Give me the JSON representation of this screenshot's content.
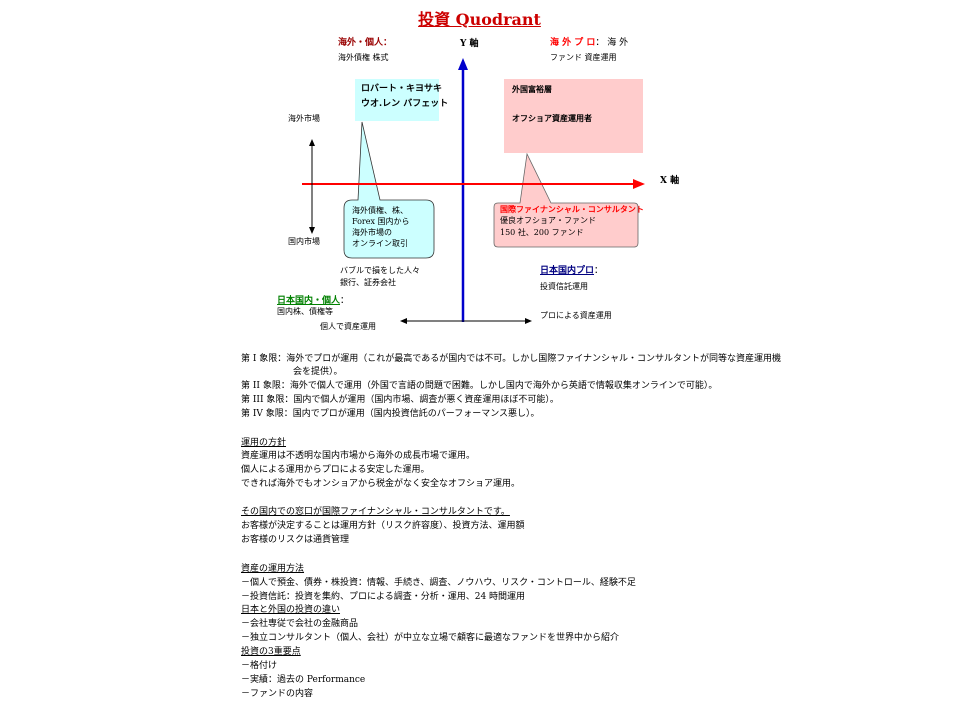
{
  "title": "投資 Quodrant",
  "axes": {
    "y_label": "Y 軸",
    "x_label": "X 軸"
  },
  "q_top_left": {
    "heading": "海外・個人：",
    "sub": "海外債権 株式"
  },
  "q_top_right": {
    "heading": "海 外 プ ロ",
    "heading_suffix": "： 海 外",
    "sub": "ファンド 資産運用"
  },
  "box_cyan": {
    "line1": "ロバート・キヨサキ",
    "line2": "ウオ.レン バフェット"
  },
  "box_pink": {
    "line1": "外国富裕層",
    "line2": "オフショア資産運用者"
  },
  "left_labels": {
    "overseas": "海外市場",
    "domestic": "国内市場"
  },
  "callout_left": {
    "line1": "海外債権、株、",
    "line2": "Forex 国内から",
    "line3": "海外市場の",
    "line4": "オンライン取引"
  },
  "callout_right": {
    "heading": "国際ファイナンシャル・コンサルタント",
    "line1": "優良オフショア・ファンド",
    "line2": "150 社、200 ファンド"
  },
  "bubble_note": {
    "line1": "バブルで損をした人々",
    "line2": "銀行、証券会社"
  },
  "q_bottom_right": {
    "heading": "日本国内プロ",
    "heading_suffix": "：",
    "sub": "投資信託運用"
  },
  "q_bottom_left": {
    "heading": "日本国内・個人",
    "heading_suffix": "：",
    "sub1": "国内株、債権等",
    "sub2": "個人で資産運用"
  },
  "pro_label": "プロによる資産運用",
  "quadrant_notes": [
    "第 I 象限：海外でプロが運用（これが最高であるが国内では不可。しかし国際ファイナンシャル・コンサルタントが同等な資産運用機",
    "会を提供）。",
    "第 II 象限：海外で個人で運用（外国で言語の問題で困難。しかし国内で海外から英語で情報収集オンラインで可能）。",
    "第 III 象限：国内で個人が運用（国内市場、調査が悪く資産運用ほぼ不可能）。",
    "第 IV 象限：国内でプロが運用（国内投資信託のパーフォーマンス悪し）。"
  ],
  "policy": {
    "heading": "運用の方針",
    "lines": [
      "資産運用は不透明な国内市場から海外の成長市場で運用。",
      "個人による運用からプロによる安定した運用。",
      "できれば海外でもオンショアから税金がなく安全なオフショア運用。"
    ]
  },
  "consultant": {
    "heading": "その国内での窓口が国際ファイナンシャル・コンサルタントです。",
    "lines": [
      "お客様が決定することは運用方針（リスク許容度）、投資方法、運用額",
      "お客様のリスクは通貨管理"
    ]
  },
  "methods": {
    "heading": "資産の運用方法",
    "lines": [
      "－個人で預金、債券・株投資：情報、手続き、調査、ノウハウ、リスク・コントロール、経験不足",
      "－投資信託：投資を集約、プロによる調査・分析・運用、24 時間運用"
    ]
  },
  "differences": {
    "heading": "日本と外国の投資の違い",
    "lines": [
      "－会社専従で会社の金融商品",
      "－独立コンサルタント（個人、会社）が中立な立場で顧客に最適なファンドを世界中から紹介"
    ]
  },
  "points": {
    "heading": "投資の3重要点",
    "lines": [
      "－格付け",
      "－実績：過去の Performance",
      "－ファンドの内容"
    ]
  },
  "colors": {
    "title": "#cc0000",
    "y_axis": "#0000cc",
    "x_axis": "#ff0000",
    "cyan_box": "#ccffff",
    "pink_box": "#ffcccc"
  }
}
